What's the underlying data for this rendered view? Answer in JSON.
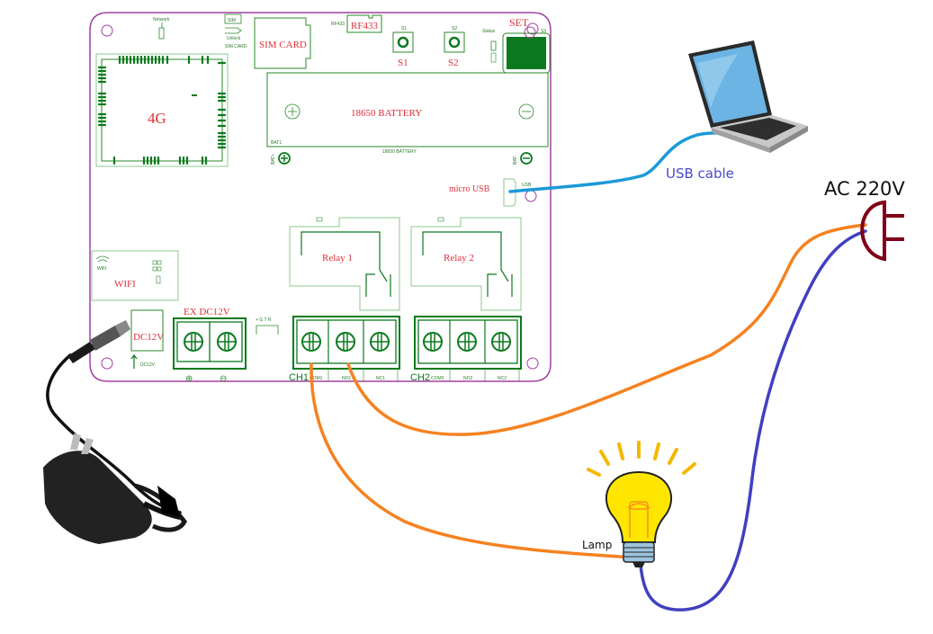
{
  "board": {
    "outline_color": "#a040a0",
    "silkscreen_color": "#2a8a2a",
    "label_color": "#e0303a",
    "top_labels": {
      "network": "Network",
      "sim_icon": "SIM",
      "unlock": "Unlock",
      "sim_card_small": "SIM CARD",
      "sim_card": "SIM CARD",
      "rf433_small": "RF433",
      "rf433": "RF433",
      "s1_small": "S1",
      "s2_small": "S2",
      "s1": "S1",
      "s2": "S2",
      "status": "Status",
      "set": "SET",
      "s3_small": "S3"
    },
    "module_4g": "4G",
    "battery": {
      "label": "18650 BATTERY",
      "small_label": "18650 BATTERY",
      "bat_plus": "BAT+",
      "bat_minus": "BAT-",
      "bat_ref": "BAT1"
    },
    "micro_usb": {
      "label": "micro USB",
      "small_label": "USB"
    },
    "wifi": {
      "label": "WIFI",
      "small_label": "WIFI"
    },
    "dc_jack": {
      "label": "DC12V",
      "small_label": "DC12V"
    },
    "ex_dc": {
      "label": "EX DC12V",
      "plus": "⊕",
      "minus": "⊖"
    },
    "serial_header": "+ G T R",
    "relays": [
      {
        "label": "Relay 1",
        "channel": "CH1",
        "terminals": [
          "COM1",
          "NO1",
          "NC1"
        ]
      },
      {
        "label": "Relay 2",
        "channel": "CH2",
        "terminals": [
          "COM2",
          "NO2",
          "NC2"
        ]
      }
    ]
  },
  "annotations": {
    "usb_cable": "USB cable",
    "ac_source": "AC 220V",
    "lamp": "Lamp"
  },
  "wire_colors": {
    "usb": "#1a9ad8",
    "live": "#f58220",
    "neutral": "#4040c0",
    "plug": "#800018",
    "dc": "#111111"
  }
}
